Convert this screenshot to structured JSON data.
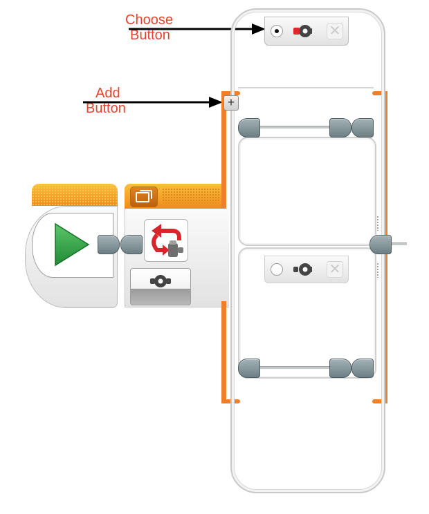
{
  "annotations": {
    "choose_button": [
      "Choose",
      "Button"
    ],
    "add_button": [
      "Add",
      "Button"
    ]
  },
  "icons": {
    "start": "play-triangle-icon",
    "loop": "loop-arrow-icon",
    "brick": "brick-buttons-icon",
    "add": "plus-icon",
    "remove": "close-x-icon"
  },
  "colors": {
    "annotation_text": "#e8432e",
    "orange_accent": "#f07f27",
    "play_green": "#3aa84a",
    "loop_red": "#d7262b"
  },
  "switch": {
    "cases": [
      {
        "selected": true
      },
      {
        "selected": false
      }
    ],
    "add_symbol": "+",
    "remove_symbol": "✕"
  }
}
